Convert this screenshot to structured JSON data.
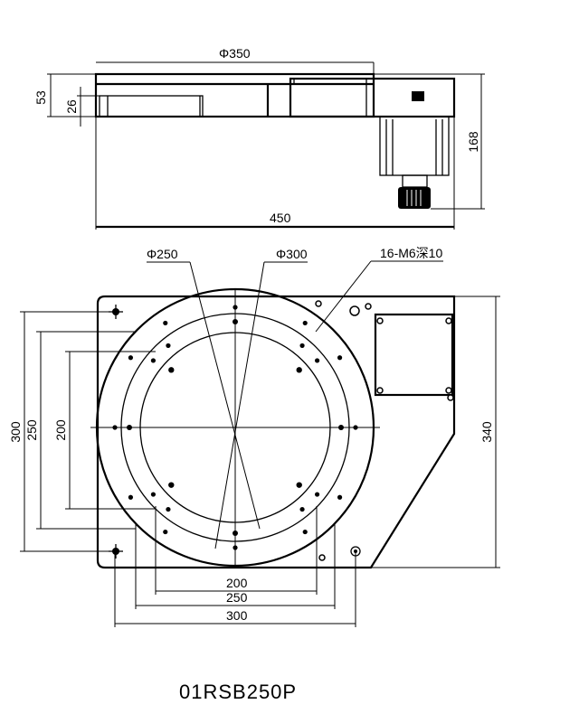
{
  "title": "01RSB250P",
  "side_view": {
    "dims": {
      "diameter_top": "Φ350",
      "height_total": "53",
      "height_inner": "26",
      "length": "450",
      "motor_height": "168"
    }
  },
  "top_view": {
    "callouts": {
      "inner_diameter": "Φ250",
      "outer_diameter": "Φ300",
      "holes": "16-M6深10"
    },
    "dims": {
      "left_300": "300",
      "left_250": "250",
      "left_200": "200",
      "right_340": "340",
      "bottom_200": "200",
      "bottom_250": "250",
      "bottom_300": "300"
    }
  }
}
